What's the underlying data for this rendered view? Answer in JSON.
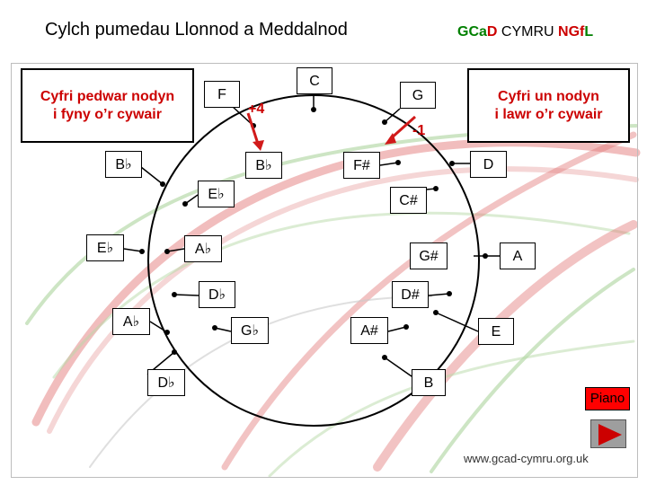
{
  "header": {
    "title": "Cylch pumedau Llonnod a Meddalnod",
    "brand_g": "GCa",
    "brand_d": "D",
    "brand_mid": " CYMRU ",
    "brand_ngf": "NGf",
    "brand_l": "L"
  },
  "boxes": {
    "up_line1": "Cyfri pedwar nodyn",
    "up_line2": "i fyny o’r cywair",
    "down_line1": "Cyfri un nodyn",
    "down_line2": "i lawr o’r cywair"
  },
  "labels": {
    "plus_four": "+4",
    "minus_one": "-1"
  },
  "notes": {
    "c": "C",
    "f": "F",
    "g": "G",
    "b_flat_outer": "B♭",
    "b_flat_inner": "B♭",
    "f_sharp": "F#",
    "d": "D",
    "e_flat_inner": "E♭",
    "c_sharp": "C#",
    "e_flat_outer": "E♭",
    "a_flat_inner": "A♭",
    "g_sharp": "G#",
    "a": "A",
    "d_flat_inner": "D♭",
    "d_sharp": "D#",
    "a_flat_outer": "A♭",
    "g_flat": "G♭",
    "a_sharp": "A#",
    "e": "E",
    "d_flat_outer": "D♭",
    "b": "B"
  },
  "controls": {
    "piano_label": "Piano"
  },
  "footer": {
    "url": "www.gcad-cymru.org.uk"
  },
  "colors": {
    "accent_red": "#cc0000",
    "brand_green": "#008000",
    "piano_button": "#ff0000"
  }
}
